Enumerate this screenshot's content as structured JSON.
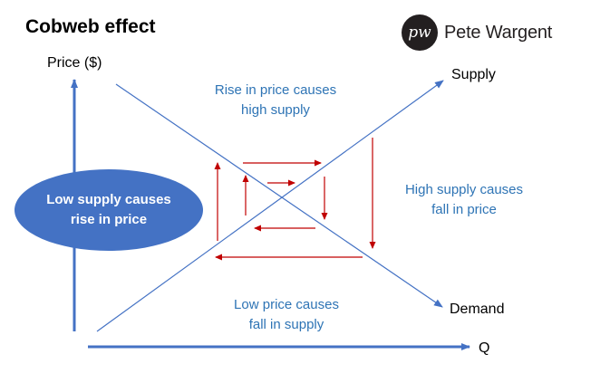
{
  "title": "Cobweb effect",
  "logo": {
    "monogram": "pw",
    "name": "Pete Wargent"
  },
  "axes": {
    "y_label": "Price ($)",
    "x_label": "Q"
  },
  "curves": {
    "supply_label": "Supply",
    "demand_label": "Demand"
  },
  "captions": {
    "top": [
      "Rise in price causes",
      "high supply"
    ],
    "right": [
      "High supply causes",
      "fall in price"
    ],
    "bottom": [
      "Low price causes",
      "fall in supply"
    ],
    "ellipse": [
      "Low supply causes",
      "rise in price"
    ]
  },
  "colors": {
    "axis": "#4472c4",
    "curve": "#4472c4",
    "arrow": "#c00000",
    "caption": "#2e74b5",
    "ellipse_fill": "#4472c4"
  }
}
